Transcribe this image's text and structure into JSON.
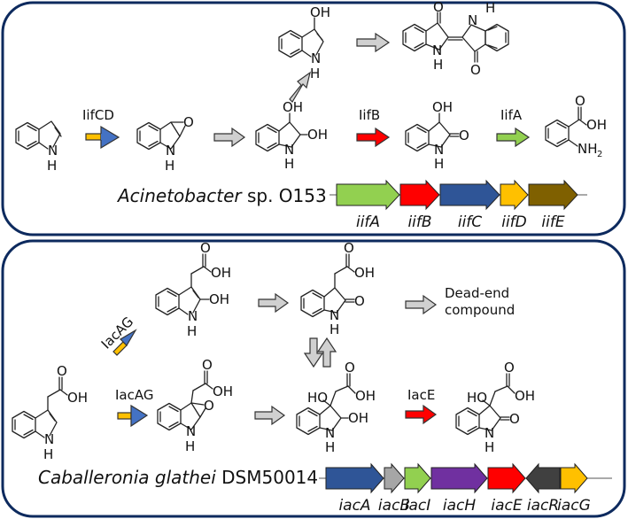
{
  "panels": [
    {
      "organism": {
        "italic": "Acinetobacter",
        "rest": " sp. O153"
      },
      "enzymes": {
        "step1": "IifCD",
        "step2": "IifB",
        "step3": "IifA"
      },
      "atoms": {
        "N": "N",
        "H": "H",
        "O": "O",
        "OH": "OH",
        "NH2": "NH",
        "sub2": "2"
      },
      "genes": [
        {
          "name": "iifA",
          "color": "#92d050",
          "direction": "forward"
        },
        {
          "name": "iifB",
          "color": "#ff0000",
          "direction": "forward"
        },
        {
          "name": "iifC",
          "color": "#2f5597",
          "direction": "forward"
        },
        {
          "name": "iifD",
          "color": "#ffc000",
          "direction": "forward"
        },
        {
          "name": "iifE",
          "color": "#7f6000",
          "direction": "forward"
        }
      ]
    },
    {
      "organism": {
        "italic": "Caballeronia glathei",
        "rest": " DSM50014"
      },
      "enzymes": {
        "step1a": "IacAG",
        "step1b": "IacAG",
        "step2": "IacE"
      },
      "dead_end": [
        "Dead-end",
        "compound"
      ],
      "atoms": {
        "N": "N",
        "H": "H",
        "O": "O",
        "OH": "OH",
        "HO": "HO"
      },
      "genes": [
        {
          "name": "iacA",
          "color": "#2f5597",
          "direction": "forward"
        },
        {
          "name": "iacB",
          "color": "#a6a6a6",
          "direction": "forward"
        },
        {
          "name": "iacI",
          "color": "#92d050",
          "direction": "forward"
        },
        {
          "name": "iacH",
          "color": "#7030a0",
          "direction": "forward"
        },
        {
          "name": "iacE",
          "color": "#ff0000",
          "direction": "forward"
        },
        {
          "name": "iacR",
          "color": "#404040",
          "direction": "reverse"
        },
        {
          "name": "iacG",
          "color": "#ffc000",
          "direction": "forward"
        }
      ]
    }
  ],
  "arrow_colors": {
    "gray": "#d0d0d0",
    "blue": "#4472c4",
    "yellow": "#ffc000",
    "red": "#ff0000",
    "green": "#92d050"
  }
}
